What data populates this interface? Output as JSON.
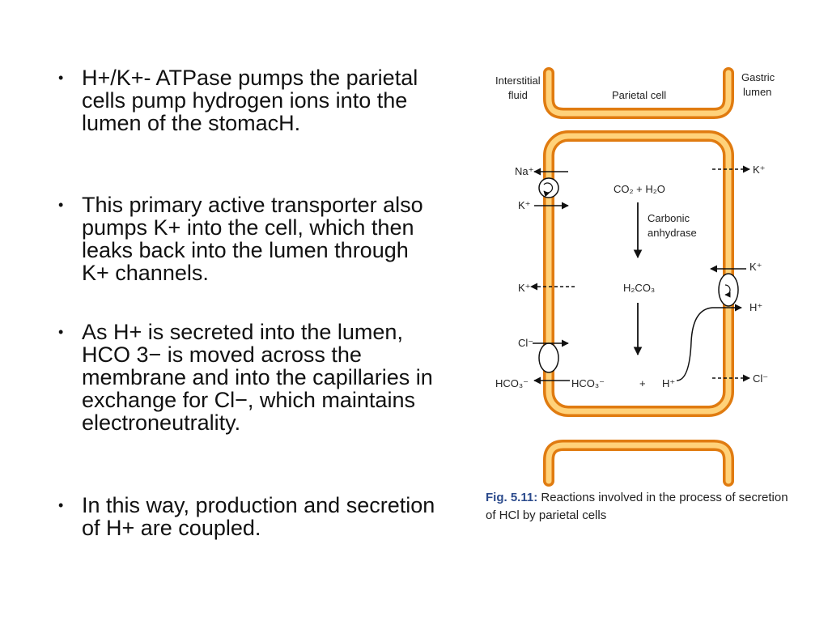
{
  "bullets": [
    {
      "symbol": "•",
      "text": " H+/K+- ATPase pumps the parietal cells pump hydrogen ions into the lumen of the stomacH."
    },
    {
      "symbol": "•",
      "text": "This primary active transporter also pumps K+ into the cell, which then leaks back into the lumen through K+ channels."
    },
    {
      "symbol": "•",
      "text": "As H+ is secreted into the lumen, HCO 3− is moved across the membrane and into the capillaries in exchange for Cl−, which maintains electroneutrality."
    },
    {
      "symbol": "•",
      "text": " In this way, production and secretion of H+ are coupled."
    }
  ],
  "diagram": {
    "labels": {
      "interstitial_1": "Interstitial",
      "interstitial_2": "fluid",
      "parietal": "Parietal cell",
      "gastric_1": "Gastric",
      "gastric_2": "lumen",
      "na": "Na⁺",
      "k_left_top": "K⁺",
      "k_left_mid": "K⁺",
      "cl_left": "Cl⁻",
      "hco3_out": "HCO₃⁻",
      "hco3_in": "HCO₃⁻",
      "co2h2o": "CO₂ + H₂O",
      "carbonic_1": "Carbonic",
      "carbonic_2": "anhydrase",
      "h2co3": "H₂CO₃",
      "plus": "+",
      "h_in": "H⁺",
      "k_right_top": "K⁺",
      "k_right_mid": "K⁺",
      "h_right": "H⁺",
      "cl_right": "Cl⁻"
    },
    "colors": {
      "membrane_outer": "#e07b10",
      "membrane_inner": "#ffd27a",
      "arrow": "#111111"
    }
  },
  "caption": {
    "fig_label": "Fig. 5.11:",
    "text": " Reactions involved in the process of secretion of HCl by parietal cells"
  }
}
